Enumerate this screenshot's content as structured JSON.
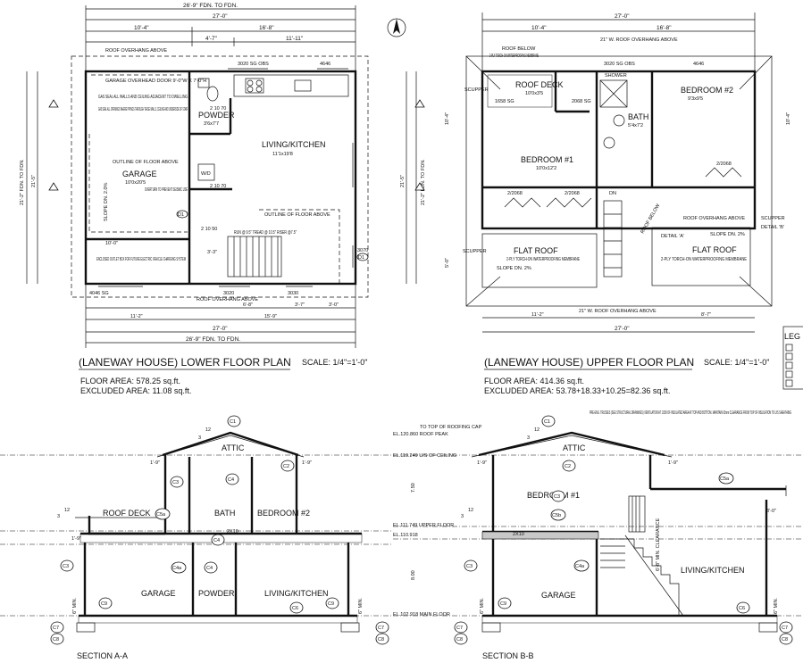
{
  "lower_plan": {
    "title": "(LANEWAY HOUSE) LOWER FLOOR PLAN",
    "scale": "SCALE: 1/4\"=1'-0\"",
    "floor_area": "FLOOR AREA: 578.25 sq.ft.",
    "excluded_area": "EXCLUDED AREA: 11.08 sq.ft.",
    "dims": {
      "top1": "26'-9\" FDN. TO FDN.",
      "top2": "27'-0\"",
      "top3a": "10'-4\"",
      "top3b": "16'-8\"",
      "top4a": "4'-7\"",
      "top4b": "11'-11\"",
      "bot1": "27'-0\"",
      "bot2": "26'-9\" FDN. TO FDN.",
      "bot3a": "11'-2\"",
      "bot3b": "15'-9\"",
      "bot4a": "6'-8\"",
      "bot4b": "3'-7\"",
      "bot4c": "3'-0\"",
      "left1": "21'-2\" FDN. TO FDN.",
      "left2": "21'-5\"",
      "right1": "21'-2\" FDN. TO FDN.",
      "right2": "21'-5\""
    },
    "labels": {
      "roof_overhang": "ROOF OVERHANG ABOVE",
      "window_top": "3020 SG OBS",
      "window_right": "4646",
      "garage_door": "GARAGE OVERHEAD DOOR 9'-0\"W X 7'-0\"H",
      "gas_seal1": "GAS SEAL ALL WALLS AND CEILING ADJACENT TO DWELLING",
      "gas_seal2": "GAS SEAL ALL OPENINGS WHERE PIPINGS THROUGH THESE WALLS, CEILING AND UNDERSIDE OF STAIR",
      "powder": "POWDER",
      "powder_size": "3'6x7'7",
      "living": "LIVING/KITCHEN",
      "living_size": "11'1x19'8",
      "outline_floor1": "OUTLINE OF FLOOR ABOVE",
      "garage": "GARAGE",
      "garage_size": "10'0x20'5",
      "overturn": "OVERTURN TO PREVENT SEISMIC USE",
      "slope": "SLOPE DN. 2.0%",
      "outline_floor2": "OUTLINE OF FLOOR ABOVE",
      "stair": "RUN @ 9.5\" TREAD @ 10.5\" RISER @7.5\"",
      "outlet": "ENCLOSED OUTLET BOX FOR FUTURE ELECTRIC VEHICLE CHARGING SYSTEM",
      "win_bl": "4046 SG",
      "win_b1": "3020",
      "win_b2": "3030",
      "win_r": "3070",
      "roof_overhang_b": "ROOF OVERHANG ABOVE",
      "dw": "W/D",
      "d1": "D1",
      "d1b": "D1",
      "fh": "2 10 50",
      "fh2": "2 10 70",
      "fh3": "2 10 70",
      "dim_10": "10'-0\"",
      "dim_33": "3'-3\""
    }
  },
  "upper_plan": {
    "title": "(LANEWAY HOUSE) UPPER FLOOR PLAN",
    "scale": "SCALE: 1/4\"=1'-0\"",
    "floor_area": "FLOOR AREA: 414.36 sq.ft.",
    "excluded_area": "EXCLUDED AREA: 53.78+18.33+10.25=82.36 sq.ft.",
    "dims": {
      "top1": "27'-0\"",
      "top2a": "10'-4\"",
      "top2b": "16'-8\"",
      "top3": "21\" W. ROOF OVERHANG ABOVE",
      "bot1": "27'-0\"",
      "bot2a": "11'-2\"",
      "bot2b": "8'-7\"",
      "bot3": "21\" W. ROOF OVERHANG ABOVE",
      "left_a": "10'-4\"",
      "left_b": "5'-0\"",
      "right_a": "10'-4\""
    },
    "labels": {
      "roof_below": "ROOF BELOW",
      "torch": "2-PLY TORCH-ON WATERPROOFING MEMBRANE",
      "window_top": "3020 SG OBS",
      "window_r": "4646",
      "roof_deck": "ROOF DECK",
      "roof_deck_size": "10'0x3'5",
      "shower": "SHOWER",
      "bedroom2": "BEDROOM #2",
      "bedroom2_size": "9'3x9'5",
      "bath": "BATH",
      "bath_size": "5'4x7'2",
      "bedroom1": "BEDROOM #1",
      "bedroom1_size": "10'0x12'2",
      "bed1_win": "1658 SG",
      "bed1_win2": "2068 SG",
      "closet1": "2/2068",
      "closet2": "2/2068",
      "closet3": "2/2068",
      "linen": "DN",
      "flat_roof_left": "FLAT ROOF",
      "flat_roof_left_note": "2-PLY TORCH-ON WATERPROOFING MEMBRANE",
      "slope_left": "SLOPE DN. 2%",
      "flat_roof_right": "FLAT ROOF",
      "flat_roof_right_note": "2-PLY TORCH-ON WATERPROOFING MEMBRANE",
      "slope_right": "SLOPE DN. 2%",
      "roof_overhang": "ROOF OVERHANG ABOVE",
      "scupper": "SCUPPER",
      "scupper2": "SCUPPER",
      "scupper3": "SCUPPER",
      "detail_a": "DETAIL 'A'",
      "detail_b": "DETAIL 'B'",
      "roof_below2": "ROOF BELOW"
    }
  },
  "section_a": {
    "title": "SECTION A-A",
    "labels": {
      "attic": "ATTIC",
      "roof_deck": "ROOF DECK",
      "bath": "BATH",
      "bedroom2": "BEDROOM #2",
      "garage": "GARAGE",
      "powder": "POWDER",
      "living": "LIVING/KITCHEN",
      "joist": "2X10",
      "pitch": "12",
      "pitch2": "3",
      "pitch3": "12",
      "pitch4": "3",
      "ovh1": "1'-9\"",
      "ovh2": "1'-9\"",
      "ovh3": "1'-9\"",
      "min1": "6\" MIN.",
      "min2": "6\" MIN."
    },
    "tags": [
      "C1",
      "C2",
      "C3",
      "C4",
      "C5a",
      "C4",
      "C3",
      "C4a",
      "C4",
      "C9",
      "C9",
      "C6",
      "C7",
      "C8",
      "C7",
      "C8"
    ]
  },
  "section_b": {
    "title": "SECTION B-B",
    "labels": {
      "to_top": "TO TOP OF ROOFING CAP",
      "el1": "EL.120.860 ROOF PEAK",
      "el2": "EL.119.249 U/S OF CEILING",
      "el3": "EL.111.749 UPPER FLOOR",
      "el4": "EL.110.918",
      "el5": "EL.102.918 MAIN FLOOR",
      "truss": "PRE-ENG. TRUSSES (SEE STRUCTURAL DRAWINGS) VENTILATION AT 1/300 OF INSULATED AREA AT TOP AND BOTTOM. MAINTAIN 63mm CLEARANCE FROM TOP OF INSULATION TO U/S SHEATHING",
      "attic": "ATTIC",
      "bedroom1": "BEDROOM #1",
      "garage": "GARAGE",
      "living": "LIVING/KITCHEN",
      "joist": "2X10",
      "h1": "7.50",
      "h2": "8.00",
      "pitch": "12",
      "pitch2": "3",
      "pitch3": "12",
      "pitch4": "3",
      "ovh1": "1'-9\"",
      "ovh2": "1'-9\"",
      "ovh3": "3'-0\"",
      "min1": "6\" MIN.",
      "min2": "6\" MIN.",
      "headroom": "6'-8\" MIN. CLEARANCE"
    },
    "tags": [
      "C1",
      "C2",
      "C3",
      "C5b",
      "C5a",
      "C3",
      "C4a",
      "C9",
      "C6",
      "C7",
      "C8",
      "C7",
      "C8"
    ]
  },
  "legend": {
    "title": "LEG"
  }
}
